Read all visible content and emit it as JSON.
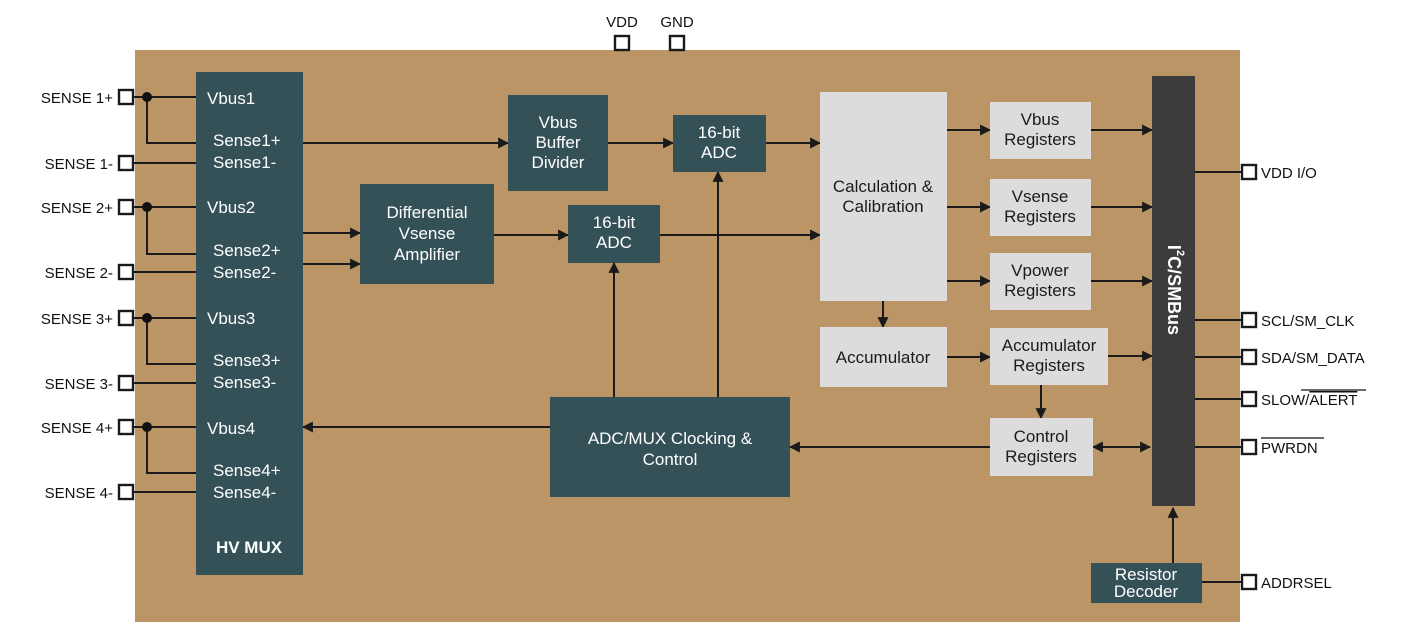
{
  "pins": {
    "vdd": "VDD",
    "gnd": "GND",
    "sense1p": "SENSE 1+",
    "sense1n": "SENSE 1-",
    "sense2p": "SENSE 2+",
    "sense2n": "SENSE 2-",
    "sense3p": "SENSE 3+",
    "sense3n": "SENSE 3-",
    "sense4p": "SENSE 4+",
    "sense4n": "SENSE 4-",
    "vddio": "VDD I/O",
    "scl": "SCL/SM_CLK",
    "sda": "SDA/SM_DATA",
    "slow": "SLOW/",
    "alert": "ALERT",
    "pwrdn": "PWRDN",
    "addrsel": "ADDRSEL"
  },
  "mux": {
    "vbus1": "Vbus1",
    "sense1p": "Sense1+",
    "sense1n": "Sense1-",
    "vbus2": "Vbus2",
    "sense2p": "Sense2+",
    "sense2n": "Sense2-",
    "vbus3": "Vbus3",
    "sense3p": "Sense3+",
    "sense3n": "Sense3-",
    "vbus4": "Vbus4",
    "sense4p": "Sense4+",
    "sense4n": "Sense4-",
    "title": "HV MUX"
  },
  "blocks": {
    "vbus_buffer": [
      "Vbus",
      "Buffer",
      "Divider"
    ],
    "adc_top": [
      "16-bit",
      "ADC"
    ],
    "diff_amp": [
      "Differential",
      "Vsense",
      "Amplifier"
    ],
    "adc_bottom": [
      "16-bit",
      "ADC"
    ],
    "calc": [
      "Calculation &",
      "Calibration"
    ],
    "vbus_reg": [
      "Vbus",
      "Registers"
    ],
    "vsense_reg": [
      "Vsense",
      "Registers"
    ],
    "vpower_reg": [
      "Vpower",
      "Registers"
    ],
    "accumulator": "Accumulator",
    "acc_reg": [
      "Accumulator",
      "Registers"
    ],
    "control_reg": [
      "Control",
      "Registers"
    ],
    "clocking": [
      "ADC/MUX Clocking &",
      "Control"
    ],
    "i2c_main": "I",
    "i2c_sup": "2",
    "i2c_rest": "C/SMBus",
    "resistor_decoder": [
      "Resistor",
      "Decoder"
    ]
  },
  "colors": {
    "chip": "#bc9566",
    "dark_block": "#355158",
    "bus_block": "#3c3c3c",
    "light_block": "#dcdcdc"
  }
}
